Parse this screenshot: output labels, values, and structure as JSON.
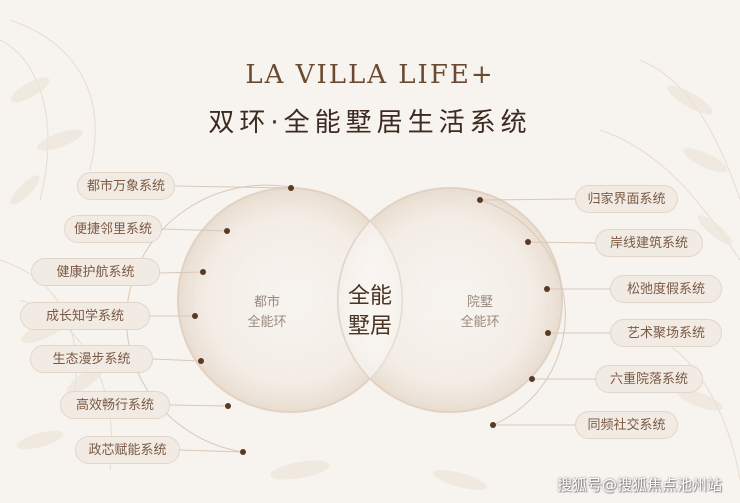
{
  "title_en": "LA VILLA LIFE+",
  "title_zh": "双环·全能墅居生活系统",
  "center": {
    "line1": "全能",
    "line2": "墅居"
  },
  "left_ring": {
    "line1": "都市",
    "line2": "全能环"
  },
  "right_ring": {
    "line1": "院墅",
    "line2": "全能环"
  },
  "left_items": [
    "都市万象系统",
    "便捷邻里系统",
    "健康护航系统",
    "成长知学系统",
    "生态漫步系统",
    "高效畅行系统",
    "政芯赋能系统"
  ],
  "right_items": [
    "归家界面系统",
    "岸线建筑系统",
    "松弛度假系统",
    "艺术聚场系统",
    "六重院落系统",
    "同频社交系统"
  ],
  "watermark": "搜狐号@搜狐焦点池州站",
  "colors": {
    "accent": "#6b4a32",
    "dot": "#5a3a26",
    "pill_bg": "#f1ebe4",
    "background": "#f7f3ee"
  }
}
